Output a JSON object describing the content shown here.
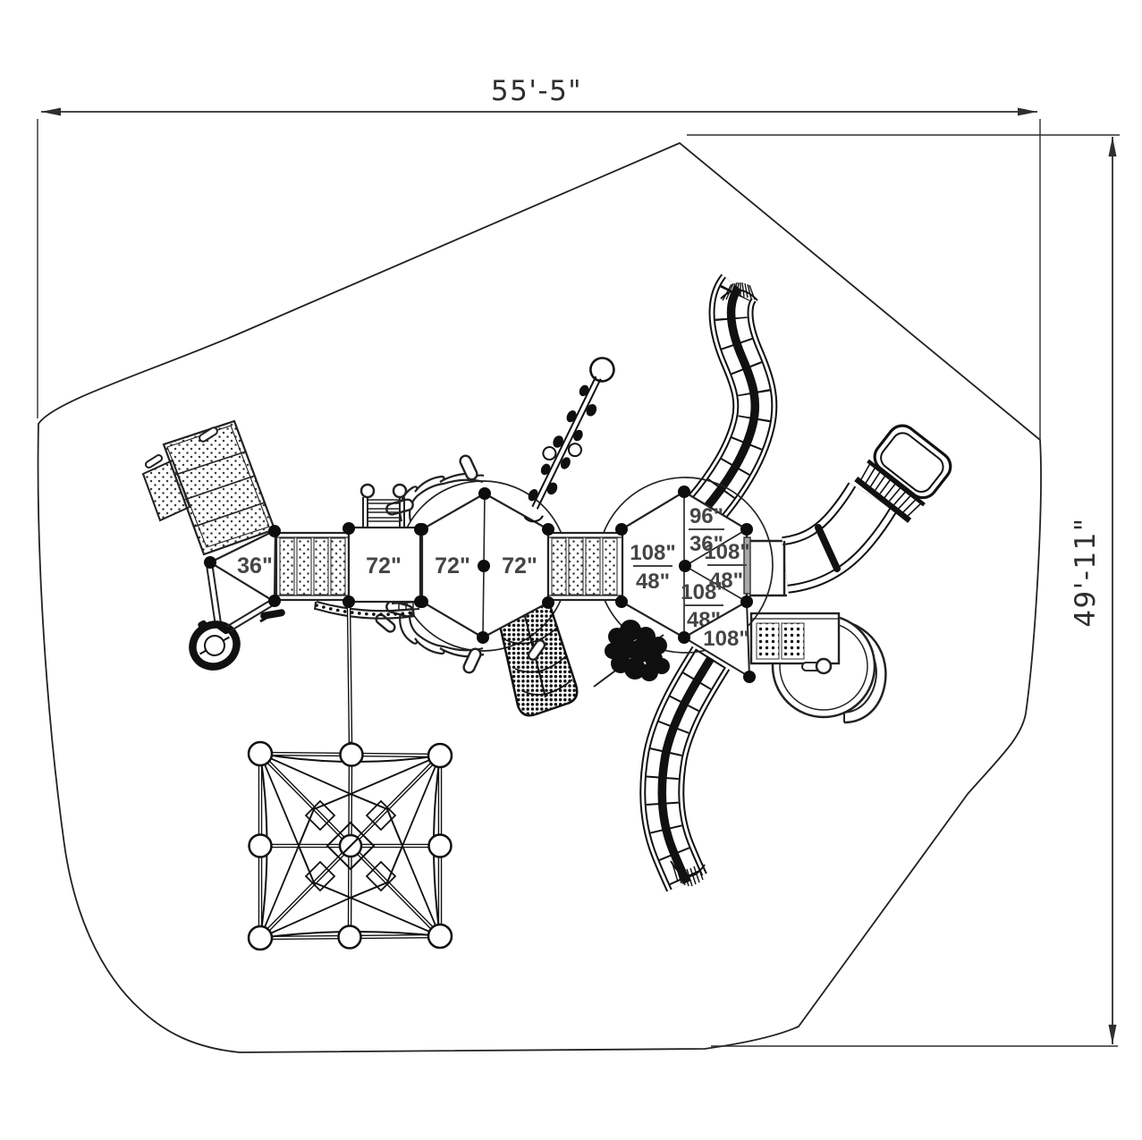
{
  "drawing_type": "playground-equipment-plan-view",
  "dimensions": {
    "site_width": "55'-5\"",
    "site_height": "49'-11\""
  },
  "deck_labels": {
    "transfer_platform": "36\"",
    "square_deck": "72\"",
    "hex_left_a": "72\"",
    "hex_left_b": "72\"",
    "tower_left": {
      "num": "108\"",
      "den": "48\""
    },
    "tower_top_right": {
      "num": "96\"",
      "den": "36\""
    },
    "tower_mid_right": {
      "num": "108\"",
      "den": "48\""
    },
    "tower_bottom_right": {
      "num": "108\"",
      "den": "48\""
    },
    "lower_slide": "108\""
  },
  "colors": {
    "line": "#1a1a1a",
    "label_text": "#454545",
    "dimension_text": "#2e2e2e",
    "background": "#ffffff"
  }
}
